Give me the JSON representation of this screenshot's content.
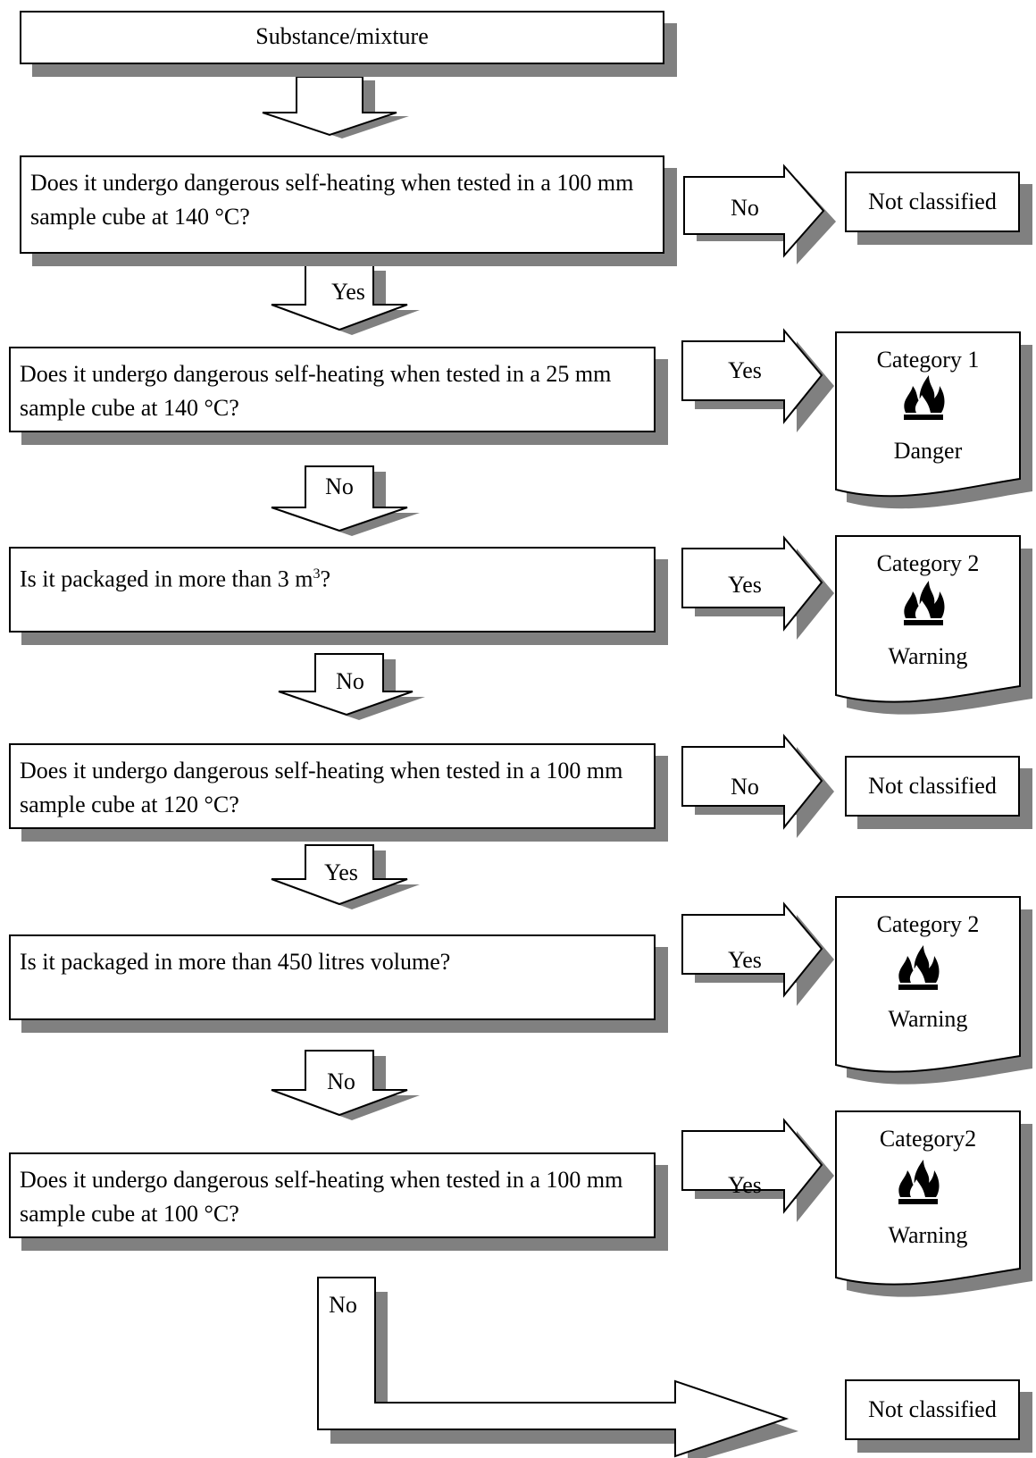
{
  "start": "Substance/mixture",
  "questions": [
    "Does it undergo dangerous self-heating when tested in a 100 mm sample cube at 140 °C?",
    "Does it undergo dangerous self-heating when tested in a 25 mm sample cube at 140 °C?",
    "Is it packaged in more than 3 m",
    "Does it undergo dangerous self-heating when tested in a 100 mm sample cube at 120 °C?",
    "Is it packaged in more than 450 litres volume?",
    "Does it undergo dangerous self-heating when tested in a 100 mm sample cube at 100 °C?"
  ],
  "q3_superscript": "3",
  "q3_suffix": "?",
  "not_classified": "Not classified",
  "yes": "Yes",
  "no": "No",
  "results": [
    {
      "category": "Category 1",
      "signal": "Danger"
    },
    {
      "category": "Category 2",
      "signal": "Warning"
    },
    {
      "category": "Category 2",
      "signal": "Warning"
    },
    {
      "category": "Category2",
      "signal": "Warning"
    }
  ],
  "icon": "flame-pictogram-icon",
  "colors": {
    "shadow": "#808080",
    "line": "#000000"
  }
}
